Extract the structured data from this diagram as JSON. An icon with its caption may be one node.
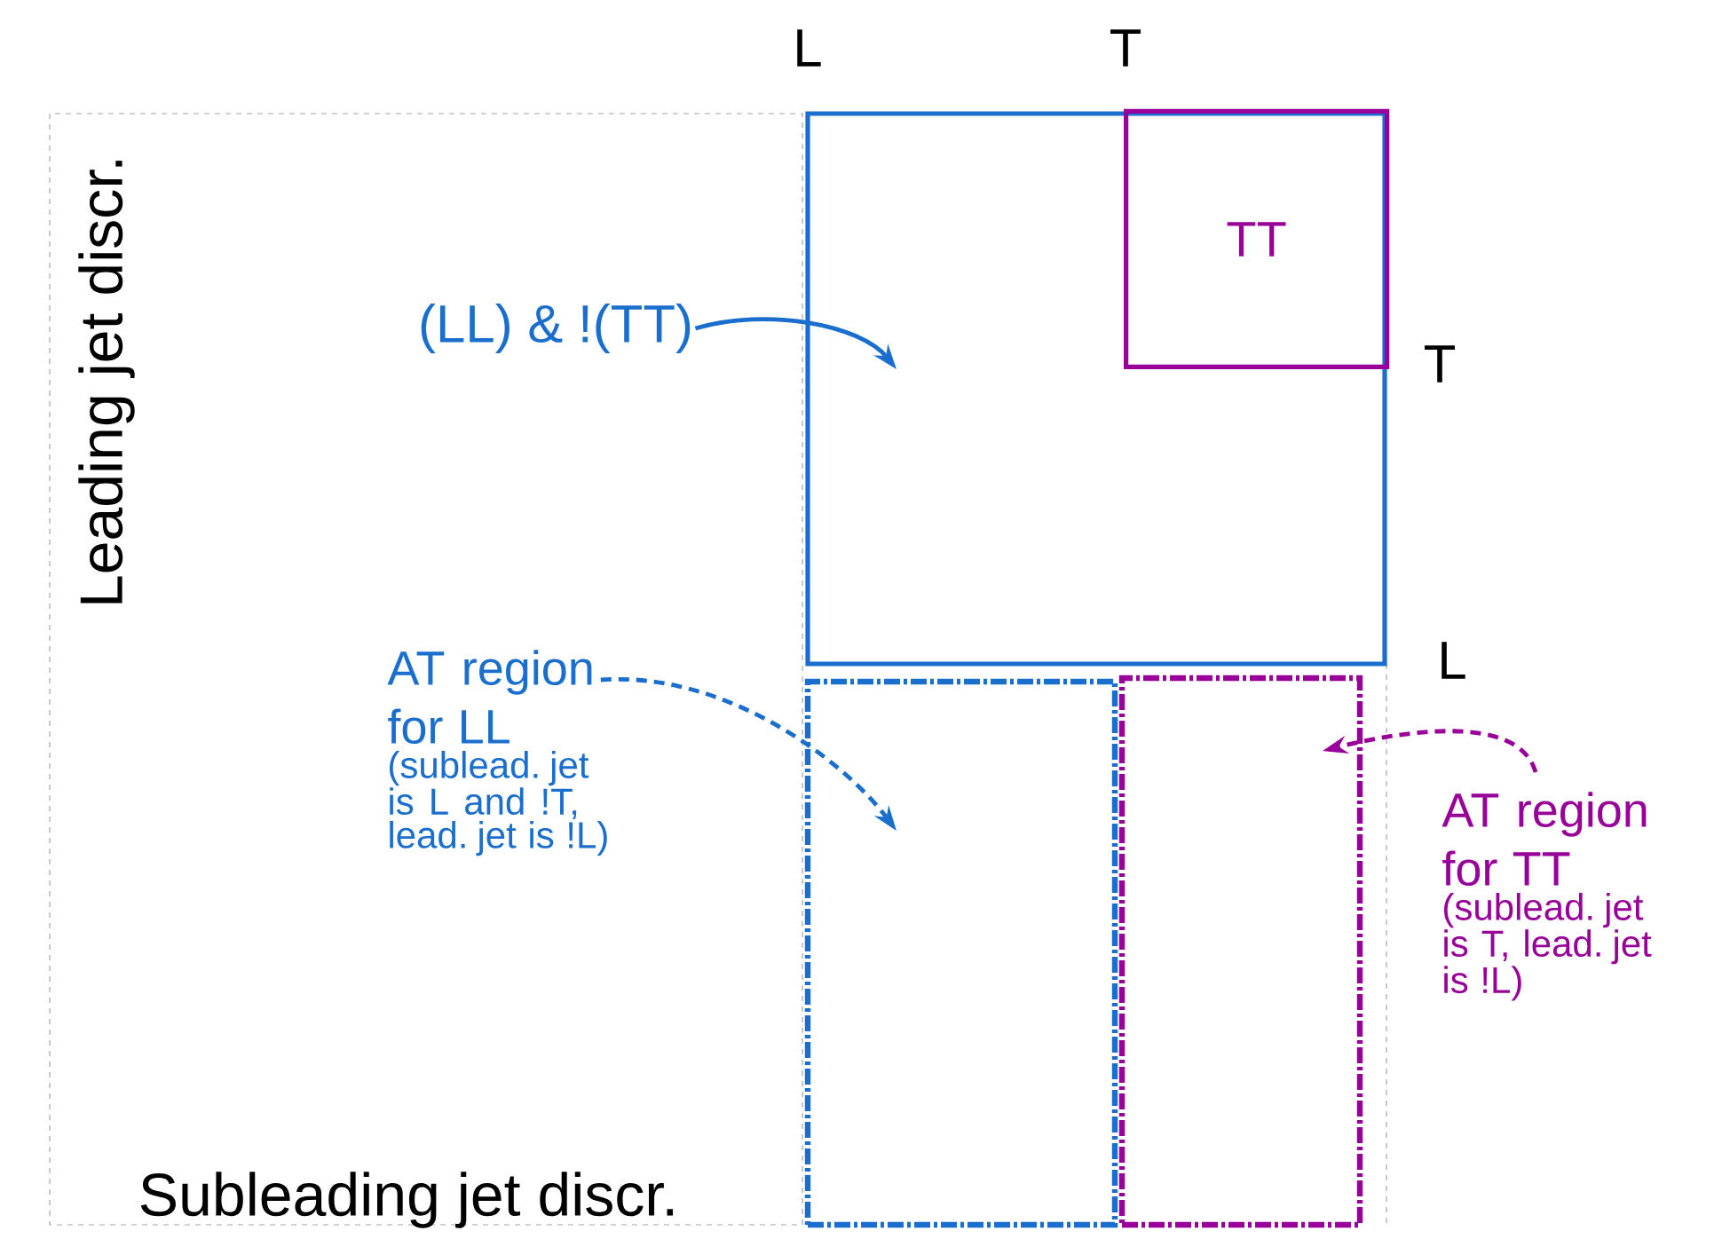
{
  "diagram": {
    "nodes": [
      {
        "text": [],
        "shape": "box"
      },
      {
        "text": [
          "TT"
        ],
        "in": 0
      },
      {
        "text": [
          "(LL) & !(TT)"
        ]
      },
      {
        "text": [],
        "shape": "box"
      },
      {
        "text": [],
        "shape": "box"
      },
      {
        "text": [
          "AT region for LL",
          "(sublead. jet is L and !T, lead. jet is !L)"
        ]
      },
      {
        "text": [
          "AT region for TT",
          "(sublead. jet is T, lead. jet is !L)"
        ]
      }
    ],
    "edges": [
      {
        "from": 2,
        "to": 0,
        "arrow": "to"
      },
      {
        "from": 5,
        "to": 3,
        "arrow": "to",
        "style": "dashed"
      },
      {
        "from": 6,
        "to": 4,
        "arrow": "to",
        "style": "dashed",
        "color": "#990099"
      }
    ],
    "labels": [
      "L",
      "T",
      "T",
      "L",
      "Leading jet discr.",
      "Subleading jet discr."
    ]
  }
}
